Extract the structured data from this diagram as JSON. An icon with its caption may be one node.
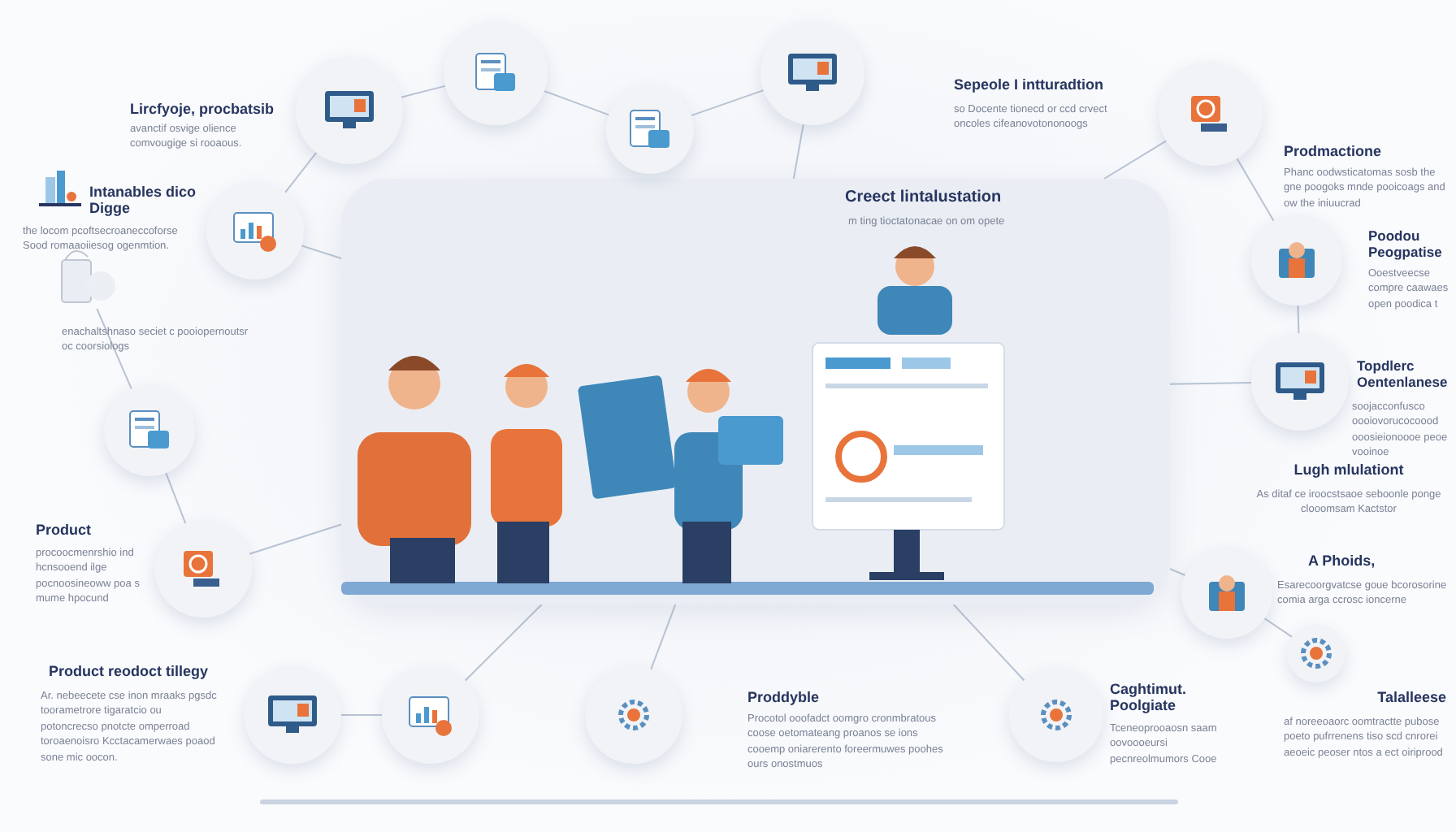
{
  "diagram": {
    "nodes": [
      {
        "text": [
          "Creect lintalustation",
          "m ting tioctatonacae on om opete"
        ]
      },
      {
        "text": [],
        "shape": "circle",
        "beside": [
          "**Lircfyoje,** procbatsib",
          "avanctif osvige olience comvougige si rooaous."
        ]
      },
      {
        "text": [],
        "shape": "circle"
      },
      {
        "text": [],
        "shape": "circle",
        "beside": [
          "Intanables dico Digge"
        ]
      },
      {
        "text": [],
        "shape": "circle"
      },
      {
        "text": [],
        "shape": "circle",
        "beside": [
          "Sepeole I intturadtion",
          "so Docente tionecd or ccd crvect oncoles cifeanovotononoogs"
        ]
      },
      {
        "text": [],
        "shape": "circle"
      },
      {
        "text": [],
        "shape": "circle",
        "beside": [
          "Poodou Peogpatise",
          "Ooestveecse compre caawaes open poodica t"
        ]
      },
      {
        "text": [],
        "shape": "circle",
        "beside": [
          "Topdlerc Oentenlanese",
          "soojacconfusco oooiovorucocoood ooosieionoooe peoe vooinoe"
        ]
      },
      {
        "text": [],
        "shape": "picture"
      },
      {
        "text": [],
        "shape": "circle"
      },
      {
        "text": [],
        "shape": "circle",
        "beside": [
          "Product",
          "procoocmenrshio ind hcnsooend ilge pocnoosineoww poa s mume hpocund"
        ]
      },
      {
        "text": [],
        "shape": "circle",
        "beside": [
          "A Phoids,",
          "Esarecoorgvatcse goue bcorosorine comia arga ccrosc ioncerne"
        ]
      },
      {
        "text": [],
        "shape": "circle",
        "beside": [
          "Product reodoct tillegy",
          "Ar. nebeecete cse inon mraaks pgsdc toorametrore tigaratcio ou potoncrecso pnotcte omperroad toroaenoisro Kcctacamerwaes poaod sone mic oocon."
        ]
      },
      {
        "text": [],
        "shape": "circle"
      },
      {
        "text": [],
        "shape": "circle",
        "beside": [
          "Proddyble",
          "Procotol ooofadct oomgro cronmbratous coose oetomateang proanos se ions cooemp oniarerento foreermuwes poohes ours onostmuos"
        ]
      },
      {
        "text": [],
        "shape": "circle",
        "beside": [
          "Caghtimut. Poolgiate",
          "Tceneoprooaosn saam oovoooeursi pecnreolmumors Cooe"
        ]
      },
      {
        "text": [],
        "shape": "circle",
        "beside": [
          "Talalleese",
          "af noreeoaorc oomtractte pubose poeto pufrrenens tiso scd cnrorei aeoeic peoser ntos a ect oiriprood"
        ]
      }
    ],
    "edges": [
      {
        "from": 1,
        "to": 2,
        "arrow": "none"
      },
      {
        "from": 1,
        "to": 3,
        "arrow": "none"
      },
      {
        "from": 2,
        "to": 4,
        "arrow": "none"
      },
      {
        "from": 4,
        "to": 5,
        "arrow": "none"
      },
      {
        "from": 5,
        "to": 0,
        "arrow": "none"
      },
      {
        "from": 6,
        "to": 0,
        "arrow": "none"
      },
      {
        "from": 6,
        "to": 7,
        "arrow": "none"
      },
      {
        "from": 7,
        "to": 8,
        "arrow": "none"
      },
      {
        "from": 8,
        "to": 0,
        "arrow": "none"
      },
      {
        "from": 3,
        "to": 0,
        "arrow": "none"
      },
      {
        "from": 11,
        "to": 0,
        "arrow": "none"
      },
      {
        "from": 10,
        "to": 11,
        "arrow": "none"
      },
      {
        "from": 13,
        "to": 14,
        "arrow": "none"
      },
      {
        "from": 14,
        "to": 0,
        "arrow": "none"
      },
      {
        "from": 15,
        "to": 0,
        "arrow": "none"
      },
      {
        "from": 16,
        "to": 0,
        "arrow": "none"
      },
      {
        "from": 12,
        "to": 0,
        "arrow": "none"
      },
      {
        "from": 17,
        "to": 12,
        "arrow": "none"
      },
      {
        "from": 9,
        "to": 10,
        "arrow": "none"
      }
    ],
    "labels": [
      "Prodmactione",
      "Phanc oodwsticatomas sosb the gne poogoks mnde pooicoags and ow the iniuucrad",
      "the locom pcoftsecroaneccoforse Sood romaaoiiesog ogenmtion.",
      "enachaltshnaso seciet c pooiopernoutsr oc coorsiologs",
      "Lugh mlulationt",
      "As ditaf ce iroocstsaoe seboonle ponge clooomsam Kactstor"
    ]
  }
}
